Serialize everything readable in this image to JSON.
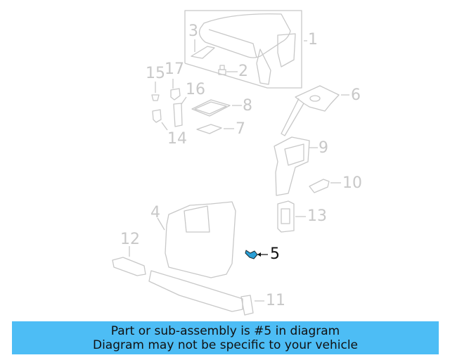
{
  "diagram": {
    "highlight_color": "#2a9fd6",
    "line_color": "#c8c8c8",
    "callouts": [
      {
        "num": "1",
        "label": "1"
      },
      {
        "num": "2",
        "label": "2"
      },
      {
        "num": "3",
        "label": "3"
      },
      {
        "num": "4",
        "label": "4"
      },
      {
        "num": "5",
        "label": "5",
        "highlighted": true
      },
      {
        "num": "6",
        "label": "6"
      },
      {
        "num": "7",
        "label": "7"
      },
      {
        "num": "8",
        "label": "8"
      },
      {
        "num": "9",
        "label": "9"
      },
      {
        "num": "10",
        "label": "10"
      },
      {
        "num": "11",
        "label": "11"
      },
      {
        "num": "12",
        "label": "12"
      },
      {
        "num": "13",
        "label": "13"
      },
      {
        "num": "14",
        "label": "14"
      },
      {
        "num": "15",
        "label": "15"
      },
      {
        "num": "16",
        "label": "16"
      },
      {
        "num": "17",
        "label": "17"
      }
    ]
  },
  "banner": {
    "line1": "Part or sub-assembly is #5 in diagram",
    "line2": "Diagram may not be specific to your vehicle",
    "background": "#4dbdf5"
  }
}
